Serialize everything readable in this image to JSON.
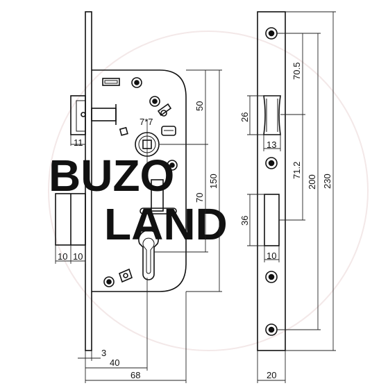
{
  "watermark": {
    "line1": "BUZO",
    "line2": "LAND"
  },
  "colors": {
    "line": "#111111",
    "thin": "#333333",
    "watermark": "#f2e6e6",
    "background": "#ffffff"
  },
  "lock_body": {
    "label_7x7": "7*7",
    "dim_11": "11",
    "dim_10a": "10",
    "dim_10b": "10",
    "dim_50": "50",
    "dim_70": "70",
    "dim_150": "150",
    "dim_3": "3",
    "dim_40": "40",
    "dim_68": "68"
  },
  "strike_plate": {
    "dim_70_5": "70.5",
    "dim_26": "26",
    "dim_13": "13",
    "dim_71_2": "71.2",
    "dim_200": "200",
    "dim_230": "230",
    "dim_36": "36",
    "dim_10": "10",
    "dim_20": "20"
  }
}
